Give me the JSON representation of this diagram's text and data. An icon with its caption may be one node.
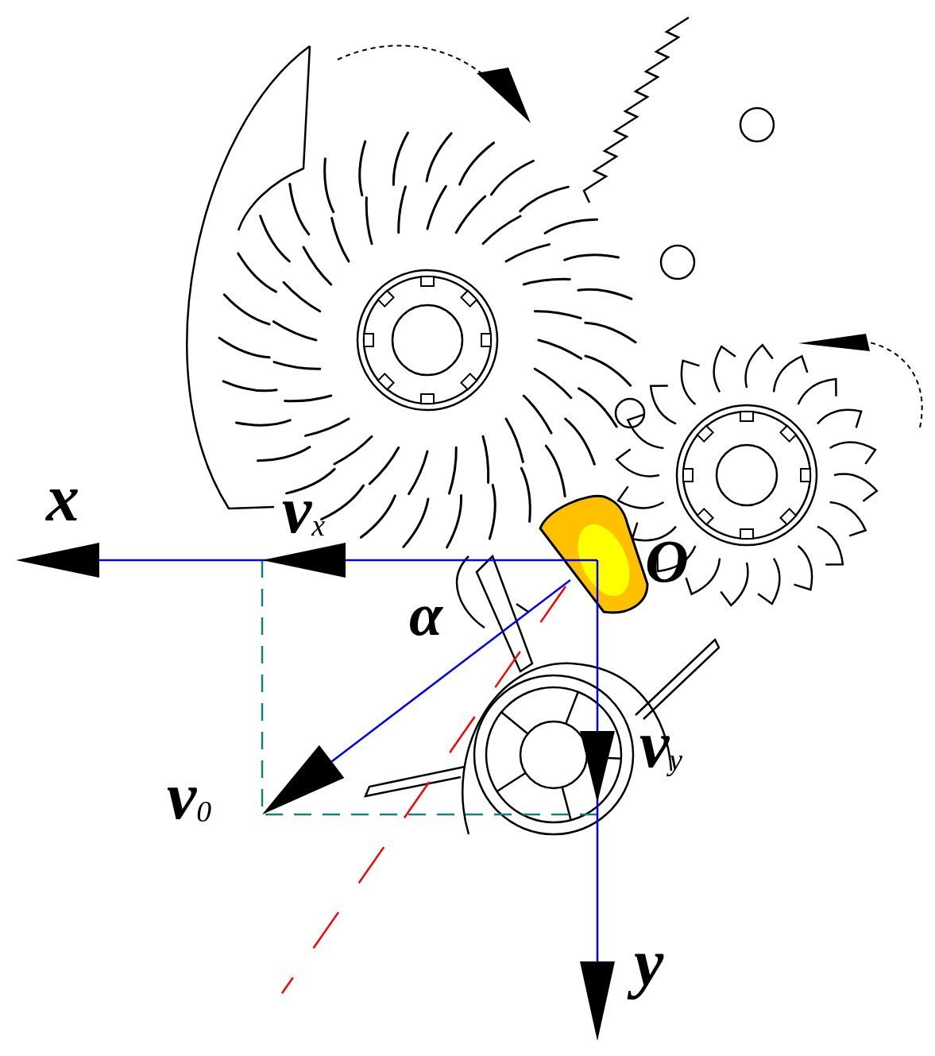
{
  "diagram": {
    "labels": [
      "x",
      "v$_{x}$",
      "O",
      "α",
      "v$_{0}$",
      "v$_{y}$",
      "y"
    ]
  }
}
